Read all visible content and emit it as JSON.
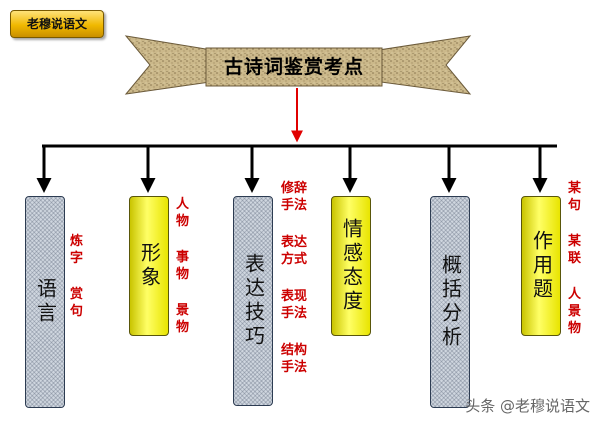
{
  "badge": {
    "label": "老穆说语文"
  },
  "title": "古诗词鉴赏考点",
  "categories": [
    {
      "label": "语言",
      "style": "gray",
      "notes": [
        "炼字",
        "赏句"
      ]
    },
    {
      "label": "形象",
      "style": "yellow",
      "notes": [
        "人物",
        "事物",
        "景物"
      ]
    },
    {
      "label": "表达技巧",
      "style": "gray",
      "notes": [
        "修辞手法",
        "表达方式",
        "表现手法",
        "结构手法"
      ]
    },
    {
      "label": "情感态度",
      "style": "yellow",
      "notes": []
    },
    {
      "label": "概括分析",
      "style": "gray",
      "notes": []
    },
    {
      "label": "作用题",
      "style": "yellow",
      "notes": [
        "某句",
        "某联",
        "人景物"
      ]
    }
  ],
  "watermark": "头条 @老穆说语文",
  "colors": {
    "connector": "#000000",
    "arrow_red": "#e00000",
    "note_red": "#cc0000",
    "box_yellow": "#ffff66",
    "box_gray": "#cfd6df"
  }
}
